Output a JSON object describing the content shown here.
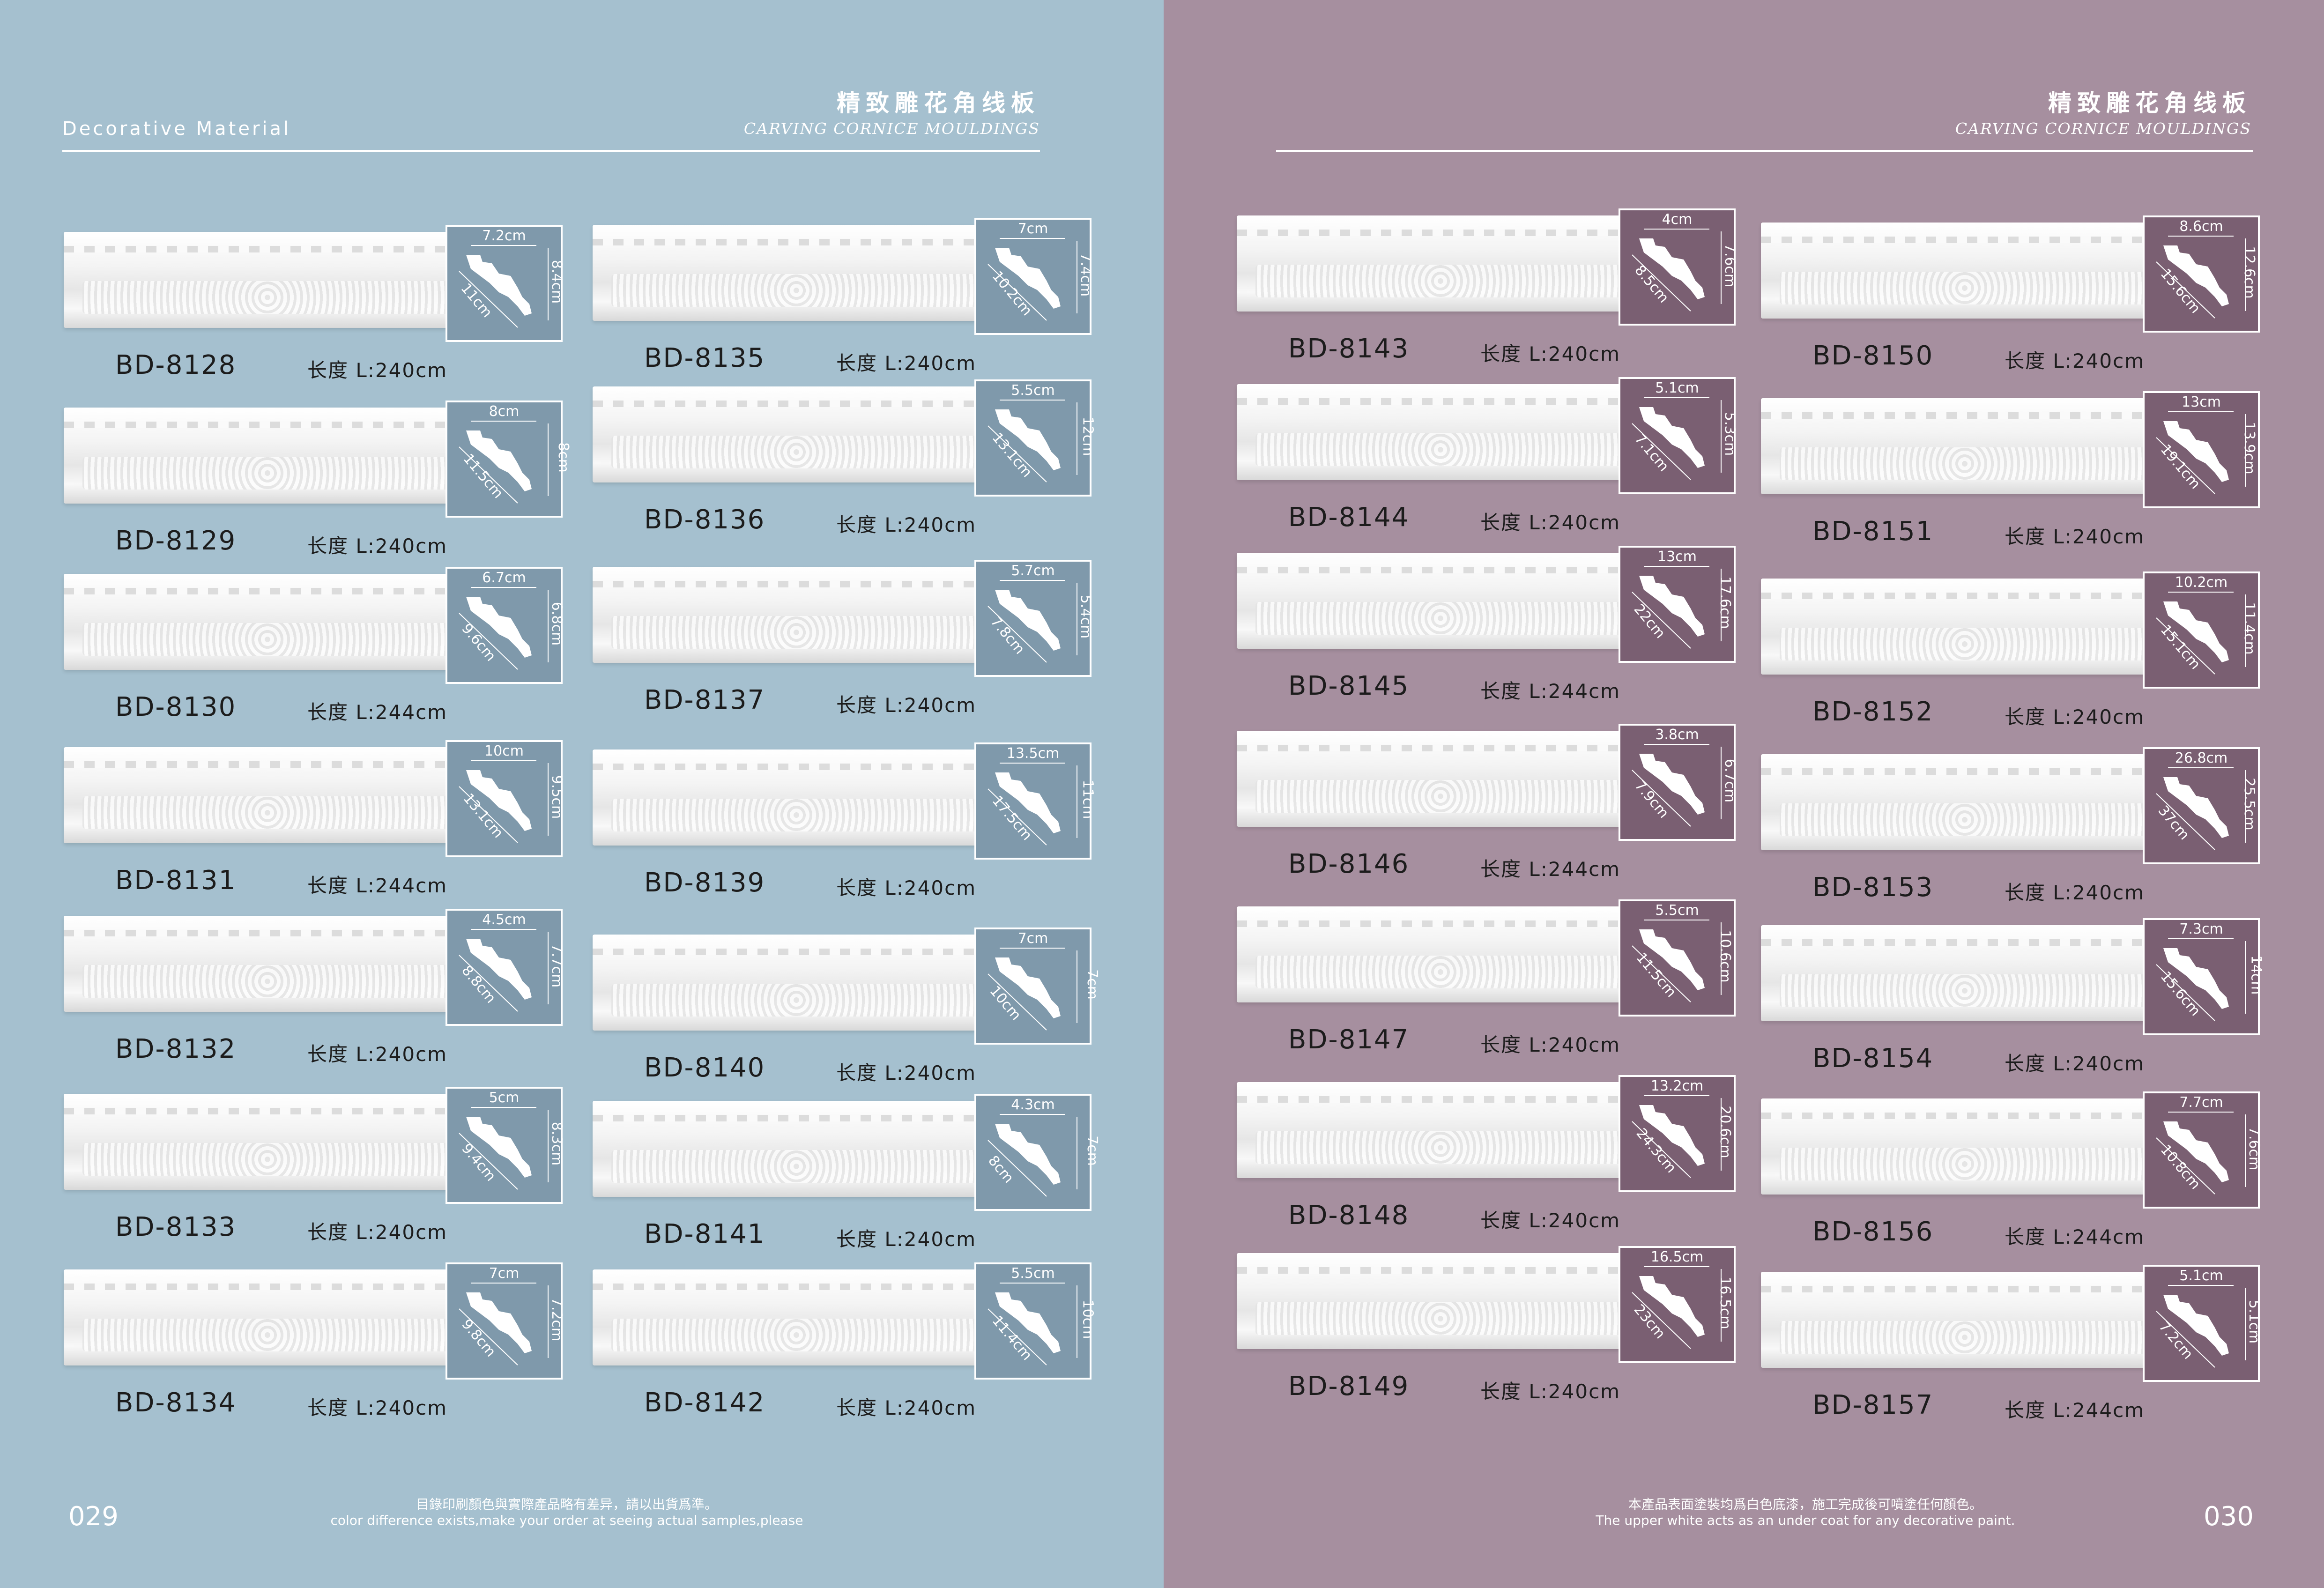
{
  "left_page": {
    "brand": "Decorative Material",
    "title_cn": "精致雕花角线板",
    "title_en": "CARVING CORNICE MOULDINGS",
    "page_number": "029",
    "note_cn": "目錄印刷顏色與實際產品略有差异，請以出貨爲準。",
    "note_en": "color difference exists,make your order at seeing actual samples,please",
    "items": [
      {
        "code": "BD-8128",
        "length": "长度  L:240cm",
        "w": "7.2cm",
        "h": "8.4cm",
        "d": "11cm"
      },
      {
        "code": "BD-8129",
        "length": "长度  L:240cm",
        "w": "8cm",
        "h": "8cm",
        "d": "11.5cm"
      },
      {
        "code": "BD-8130",
        "length": "长度  L:244cm",
        "w": "6.7cm",
        "h": "6.8cm",
        "d": "9.6cm"
      },
      {
        "code": "BD-8131",
        "length": "长度  L:244cm",
        "w": "10cm",
        "h": "9.5cm",
        "d": "13.1cm"
      },
      {
        "code": "BD-8132",
        "length": "长度  L:240cm",
        "w": "4.5cm",
        "h": "7.7cm",
        "d": "8.8cm"
      },
      {
        "code": "BD-8133",
        "length": "长度  L:240cm",
        "w": "5cm",
        "h": "8.3cm",
        "d": "9.4cm"
      },
      {
        "code": "BD-8134",
        "length": "长度  L:240cm",
        "w": "7cm",
        "h": "7.2cm",
        "d": "9.8cm"
      },
      {
        "code": "BD-8135",
        "length": "长度  L:240cm",
        "w": "7cm",
        "h": "7.4cm",
        "d": "10.2cm"
      },
      {
        "code": "BD-8136",
        "length": "长度  L:240cm",
        "w": "5.5cm",
        "h": "12cm",
        "d": "13.1cm"
      },
      {
        "code": "BD-8137",
        "length": "长度  L:240cm",
        "w": "5.7cm",
        "h": "5.4cm",
        "d": "7.8cm"
      },
      {
        "code": "BD-8139",
        "length": "长度  L:240cm",
        "w": "13.5cm",
        "h": "11cm",
        "d": "17.5cm"
      },
      {
        "code": "BD-8140",
        "length": "长度  L:240cm",
        "w": "7cm",
        "h": "7cm",
        "d": "10cm"
      },
      {
        "code": "BD-8141",
        "length": "长度  L:240cm",
        "w": "4.3cm",
        "h": "7cm",
        "d": "8cm"
      },
      {
        "code": "BD-8142",
        "length": "长度  L:240cm",
        "w": "5.5cm",
        "h": "10cm",
        "d": "11.4cm"
      }
    ]
  },
  "right_page": {
    "title_cn": "精致雕花角线板",
    "title_en": "CARVING CORNICE MOULDINGS",
    "page_number": "030",
    "note_cn": "本產品表面塗裝均爲白色底漆，施工完成後可噴塗任何顏色。",
    "note_en": "The upper white acts as an under coat for any decorative paint.",
    "items": [
      {
        "code": "BD-8143",
        "length": "长度  L:240cm",
        "w": "4cm",
        "h": "7.6cm",
        "d": "8.5cm"
      },
      {
        "code": "BD-8144",
        "length": "长度  L:240cm",
        "w": "5.1cm",
        "h": "5.3cm",
        "d": "7.1cm"
      },
      {
        "code": "BD-8145",
        "length": "长度  L:244cm",
        "w": "13cm",
        "h": "17.6cm",
        "d": "22cm"
      },
      {
        "code": "BD-8146",
        "length": "长度  L:244cm",
        "w": "3.8cm",
        "h": "6.7cm",
        "d": "7.9cm"
      },
      {
        "code": "BD-8147",
        "length": "长度  L:240cm",
        "w": "5.5cm",
        "h": "10.6cm",
        "d": "11.5cm"
      },
      {
        "code": "BD-8148",
        "length": "长度  L:240cm",
        "w": "13.2cm",
        "h": "20.6cm",
        "d": "24.3cm"
      },
      {
        "code": "BD-8149",
        "length": "长度  L:240cm",
        "w": "16.5cm",
        "h": "16.5cm",
        "d": "23cm"
      },
      {
        "code": "BD-8150",
        "length": "长度  L:240cm",
        "w": "8.6cm",
        "h": "12.6cm",
        "d": "15.6cm"
      },
      {
        "code": "BD-8151",
        "length": "长度  L:240cm",
        "w": "13cm",
        "h": "13.9cm",
        "d": "19.1cm"
      },
      {
        "code": "BD-8152",
        "length": "长度  L:240cm",
        "w": "10.2cm",
        "h": "11.4cm",
        "d": "15.1cm"
      },
      {
        "code": "BD-8153",
        "length": "长度  L:240cm",
        "w": "26.8cm",
        "h": "25.5cm",
        "d": "37cm"
      },
      {
        "code": "BD-8154",
        "length": "长度  L:240cm",
        "w": "7.3cm",
        "h": "14cm",
        "d": "15.6cm"
      },
      {
        "code": "BD-8156",
        "length": "长度  L:244cm",
        "w": "7.7cm",
        "h": "7.6cm",
        "d": "10.8cm"
      },
      {
        "code": "BD-8157",
        "length": "长度  L:244cm",
        "w": "5.1cm",
        "h": "5.1cm",
        "d": "7.2cm"
      }
    ]
  }
}
